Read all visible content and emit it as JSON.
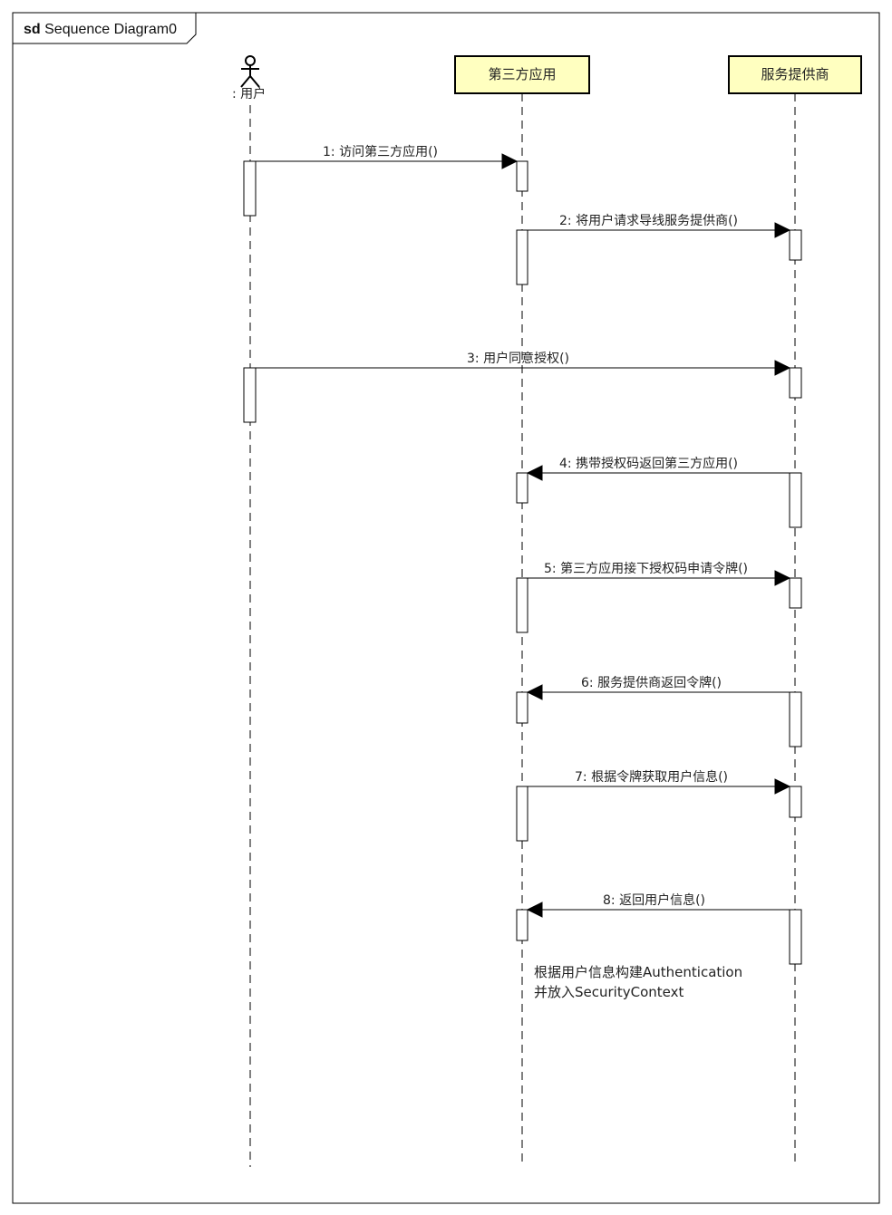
{
  "frame": {
    "keyword": "sd",
    "name": "Sequence Diagram0"
  },
  "participants": [
    {
      "id": "user",
      "label": ": 用户",
      "kind": "actor"
    },
    {
      "id": "app",
      "label": "第三方应用",
      "kind": "box"
    },
    {
      "id": "provider",
      "label": "服务提供商",
      "kind": "box"
    }
  ],
  "messages": [
    {
      "label": "1: 访问第三方应用()",
      "from": "user",
      "to": "app"
    },
    {
      "label": "2: 将用户请求导线服务提供商()",
      "from": "app",
      "to": "provider"
    },
    {
      "label": "3: 用户同意授权()",
      "from": "user",
      "to": "provider"
    },
    {
      "label": "4: 携带授权码返回第三方应用()",
      "from": "provider",
      "to": "app"
    },
    {
      "label": "5: 第三方应用接下授权码申请令牌()",
      "from": "app",
      "to": "provider"
    },
    {
      "label": "6: 服务提供商返回令牌()",
      "from": "provider",
      "to": "app"
    },
    {
      "label": "7: 根据令牌获取用户信息()",
      "from": "app",
      "to": "provider"
    },
    {
      "label": "8: 返回用户信息()",
      "from": "provider",
      "to": "app"
    }
  ],
  "note": {
    "lines": [
      "根据用户信息构建Authentication",
      "并放入SecurityContext"
    ]
  },
  "colors": {
    "participant_fill": "#ffffc0",
    "line": "#000000"
  }
}
